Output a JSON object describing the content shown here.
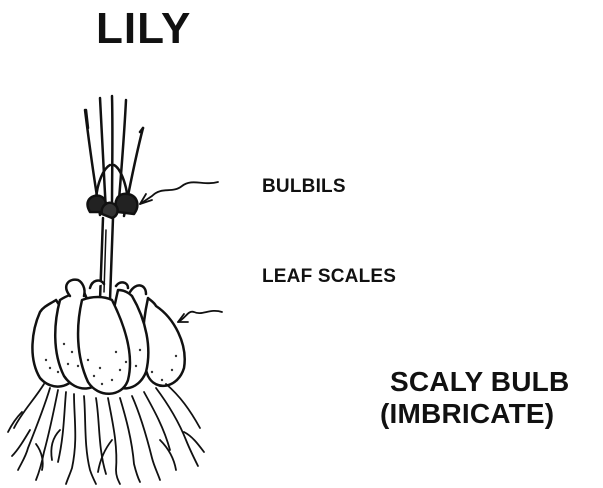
{
  "title": "LILY",
  "labels": {
    "bulbils": "BULBILS",
    "leaf_scales": "LEAF SCALES",
    "bulb_type_line1": "SCALY BULB",
    "bulb_type_line2": "(IMBRICATE)"
  },
  "colors": {
    "ink": "#111111",
    "background": "#ffffff"
  }
}
